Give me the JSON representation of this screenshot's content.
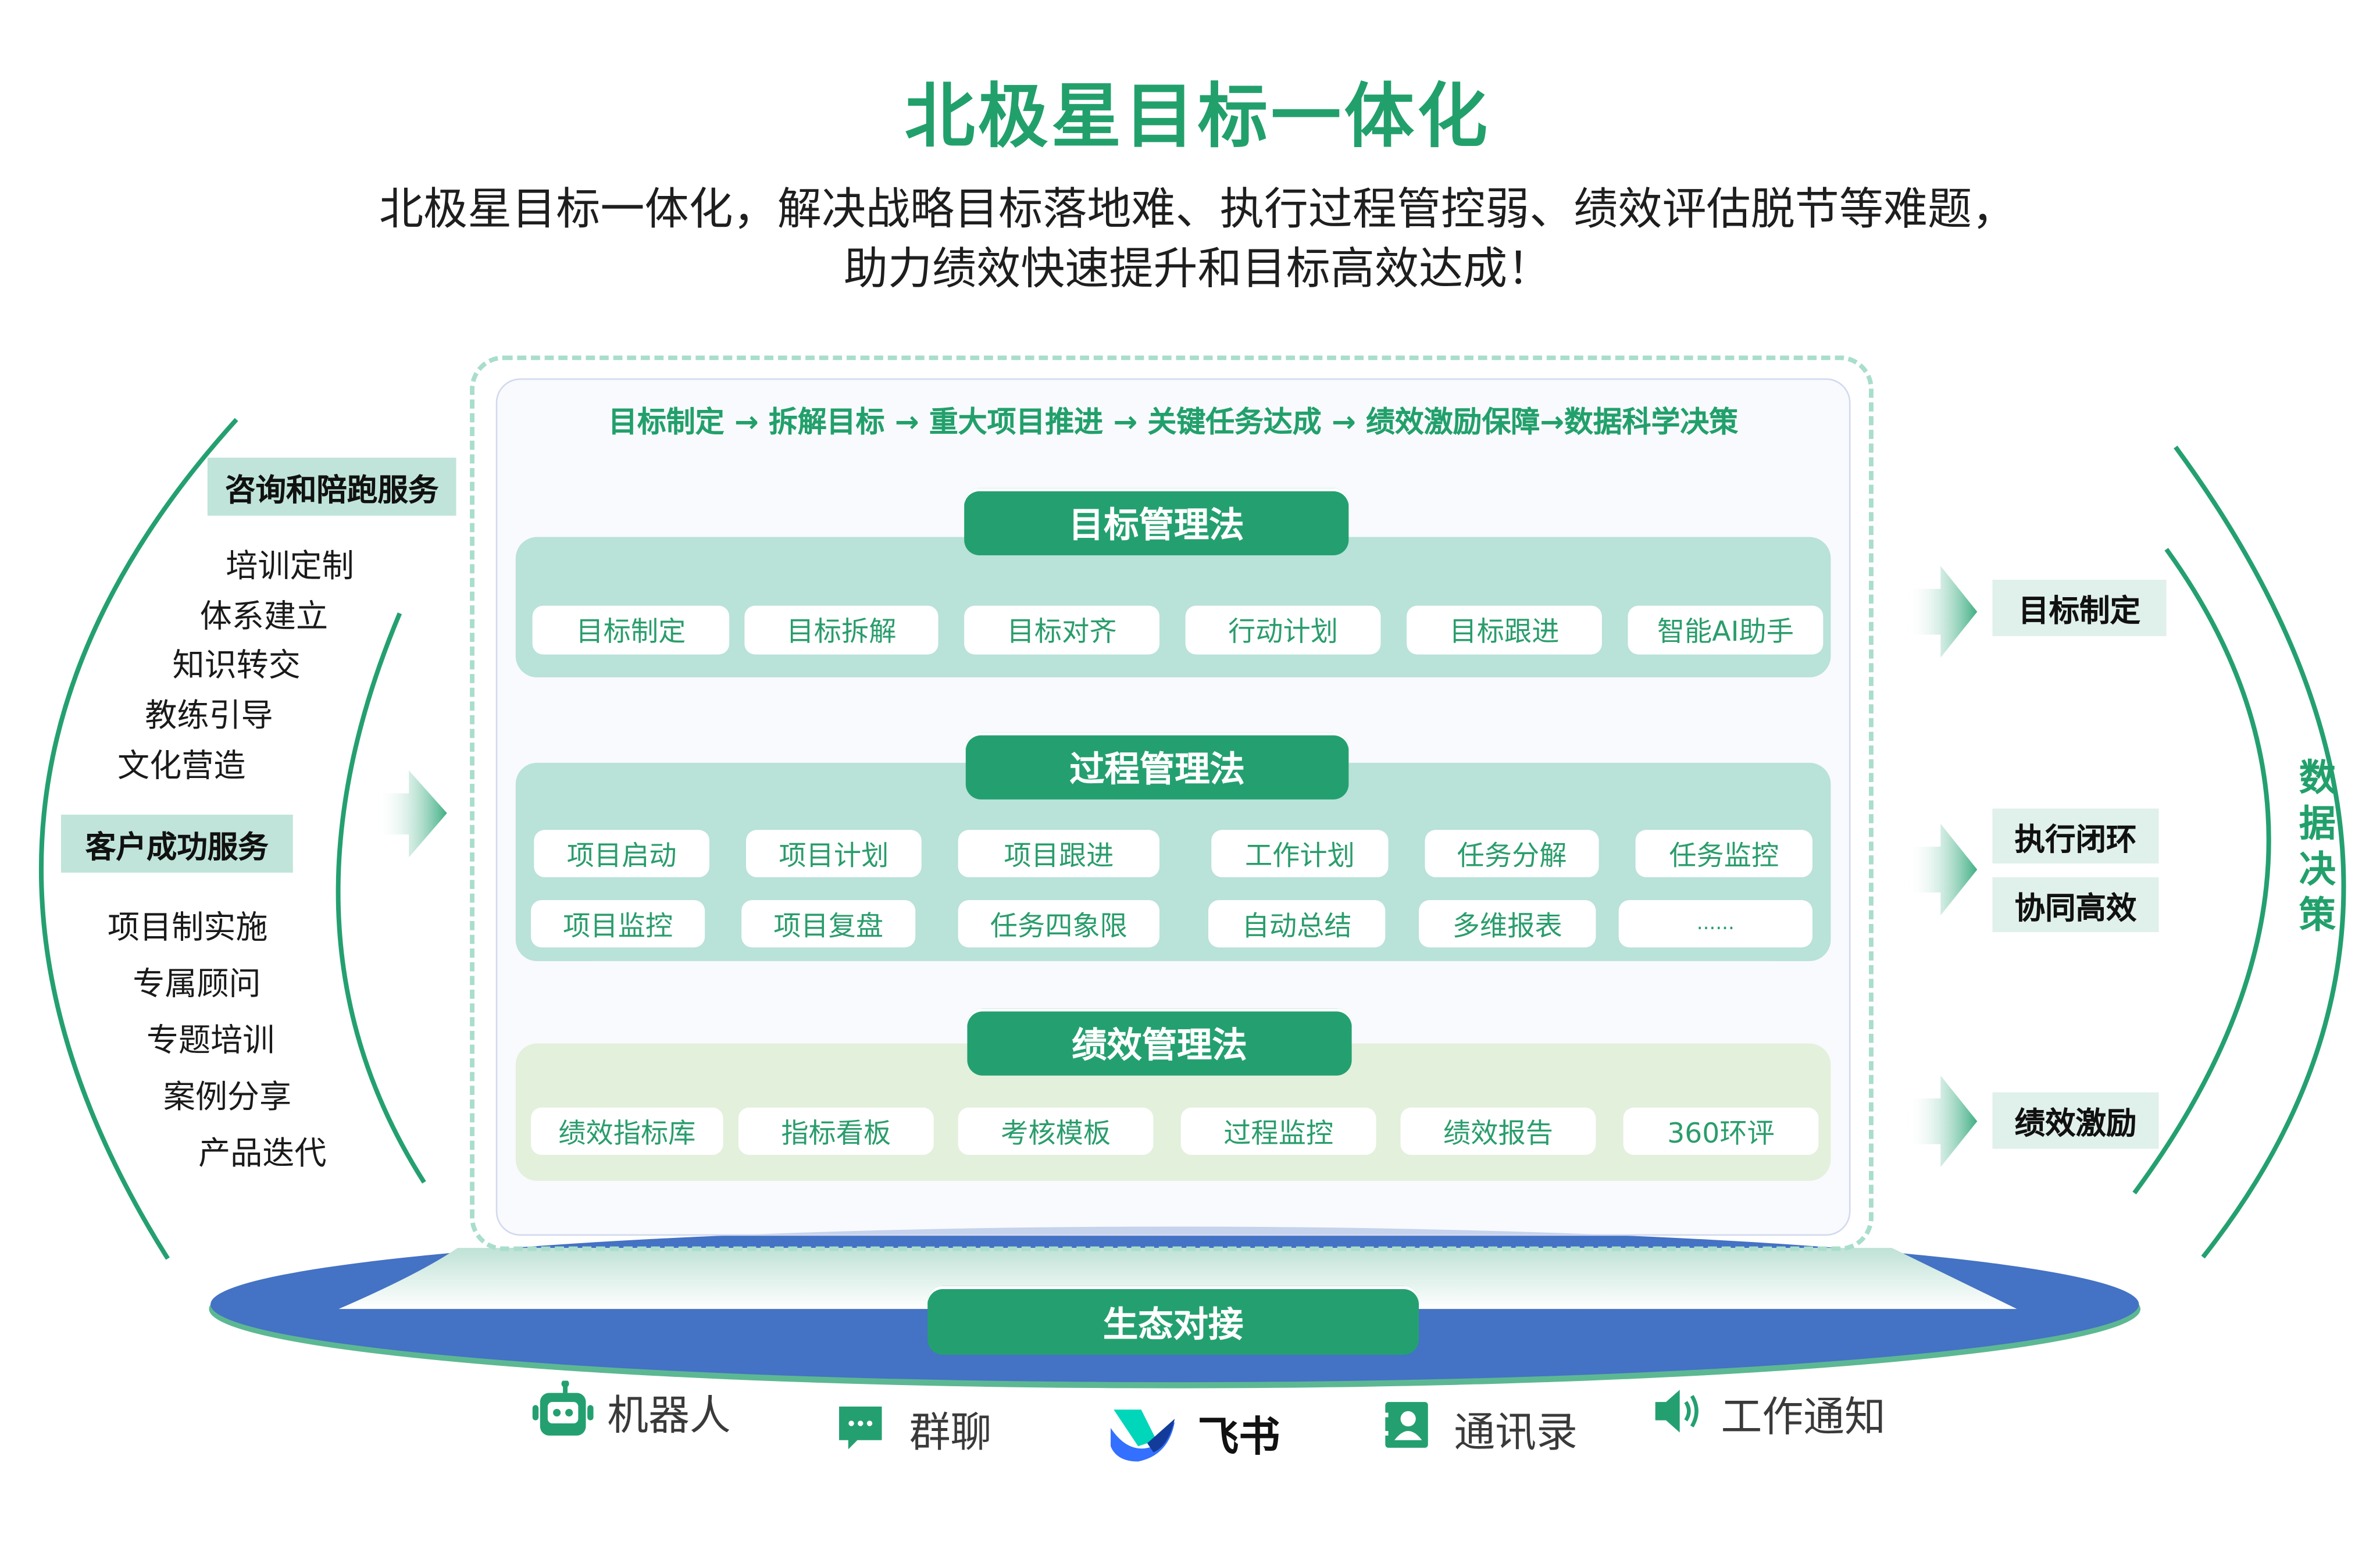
{
  "header": {
    "title": "北极星目标一体化",
    "subtitle_line1": "北极星目标一体化，解决战略目标落地难、执行过程管控弱、绩效评估脱节等难题，",
    "subtitle_line2": "助力绩效快速提升和目标高效达成！"
  },
  "flow": "目标制定 → 拆解目标 → 重大项目推进 → 关键任务达成 → 绩效激励保障→数据科学决策",
  "sections": [
    {
      "title": "目标管理法",
      "items": [
        "目标制定",
        "目标拆解",
        "目标对齐",
        "行动计划",
        "目标跟进",
        "智能AI助手"
      ]
    },
    {
      "title": "过程管理法",
      "items": [
        "项目启动",
        "项目计划",
        "项目跟进",
        "工作计划",
        "任务分解",
        "任务监控",
        "项目监控",
        "项目复盘",
        "任务四象限",
        "自动总结",
        "多维报表",
        "......"
      ]
    },
    {
      "title": "绩效管理法",
      "items": [
        "绩效指标库",
        "指标看板",
        "考核模板",
        "过程监控",
        "绩效报告",
        "360环评"
      ]
    }
  ],
  "left": {
    "group1": {
      "title": "咨询和陪跑服务",
      "items": [
        "培训定制",
        "体系建立",
        "知识转交",
        "教练引导",
        "文化营造"
      ]
    },
    "group2": {
      "title": "客户成功服务",
      "items": [
        "项目制实施",
        "专属顾问",
        "专题培训",
        "案例分享",
        "产品迭代"
      ]
    }
  },
  "right": {
    "items": [
      "目标制定",
      "执行闭环",
      "协同高效",
      "绩效激励"
    ],
    "vertical": [
      "数",
      "据",
      "决",
      "策"
    ]
  },
  "ecosystem": {
    "title": "生态对接",
    "items": [
      {
        "icon": "robot-icon",
        "label": "机器人"
      },
      {
        "icon": "chat-icon",
        "label": "群聊"
      },
      {
        "icon": "feishu-logo",
        "label": "飞书"
      },
      {
        "icon": "contacts-icon",
        "label": "通讯录"
      },
      {
        "icon": "speaker-icon",
        "label": "工作通知"
      }
    ]
  },
  "colors": {
    "green": "#24a070",
    "band1": "#b9e2d9",
    "band3": "#e3f0dc",
    "blue": "#4472c4"
  }
}
